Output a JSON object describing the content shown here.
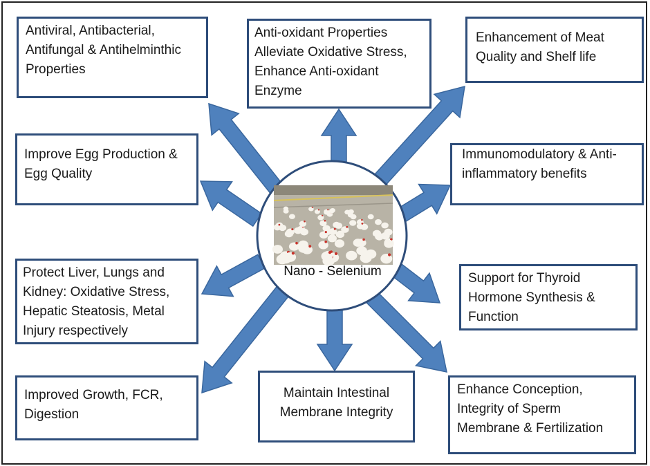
{
  "colors": {
    "box_border": "#2e4d7a",
    "arrow_fill": "#4f81bd",
    "arrow_stroke": "#3a679e"
  },
  "center": {
    "label": "Nano - Selenium",
    "image": "poultry-farm-chickens"
  },
  "boxes": {
    "antimicrobial": "Antiviral, Antibacterial, Antifungal & Antihelminthic Properties",
    "antioxidant": "Anti-oxidant  Properties Alleviate Oxidative Stress, Enhance Anti-oxidant Enzyme",
    "meat": "Enhancement of  Meat Quality and Shelf life",
    "egg": "Improve Egg Production & Egg Quality",
    "immuno": "Immunomodulatory & Anti- inflammatory benefits",
    "organs": "Protect Liver, Lungs and Kidney: Oxidative Stress, Hepatic Steatosis, Metal Injury respectively",
    "thyroid": "Support for Thyroid Hormone  Synthesis & Function",
    "growth": "Improved Growth, FCR, Digestion",
    "intestinal": "Maintain Intestinal Membrane Integrity",
    "conception": "Enhance Conception, Integrity of Sperm Membrane & Fertilization"
  }
}
